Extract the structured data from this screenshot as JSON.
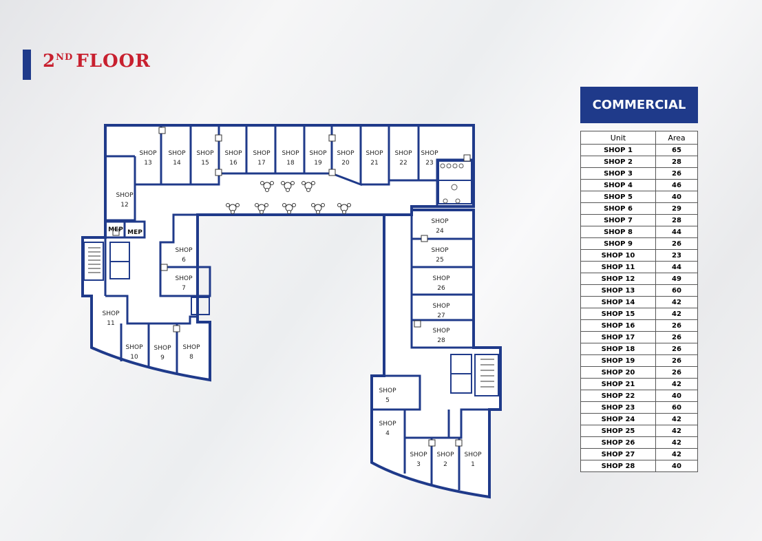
{
  "title": {
    "main": "2",
    "sup": "ND",
    "rest": "FLOOR"
  },
  "commercial": {
    "header": "COMMERCIAL",
    "columns": [
      "Unit",
      "Area"
    ],
    "rows": [
      {
        "unit": "SHOP 1",
        "area": "65"
      },
      {
        "unit": "SHOP 2",
        "area": "28"
      },
      {
        "unit": "SHOP 3",
        "area": "26"
      },
      {
        "unit": "SHOP 4",
        "area": "46"
      },
      {
        "unit": "SHOP 5",
        "area": "40"
      },
      {
        "unit": "SHOP 6",
        "area": "29"
      },
      {
        "unit": "SHOP 7",
        "area": "28"
      },
      {
        "unit": "SHOP 8",
        "area": "44"
      },
      {
        "unit": "SHOP 9",
        "area": "26"
      },
      {
        "unit": "SHOP 10",
        "area": "23"
      },
      {
        "unit": "SHOP 11",
        "area": "44"
      },
      {
        "unit": "SHOP 12",
        "area": "49"
      },
      {
        "unit": "SHOP 13",
        "area": "60"
      },
      {
        "unit": "SHOP 14",
        "area": "42"
      },
      {
        "unit": "SHOP 15",
        "area": "42"
      },
      {
        "unit": "SHOP 16",
        "area": "26"
      },
      {
        "unit": "SHOP 17",
        "area": "26"
      },
      {
        "unit": "SHOP 18",
        "area": "26"
      },
      {
        "unit": "SHOP 19",
        "area": "26"
      },
      {
        "unit": "SHOP 20",
        "area": "26"
      },
      {
        "unit": "SHOP 21",
        "area": "42"
      },
      {
        "unit": "SHOP 22",
        "area": "40"
      },
      {
        "unit": "SHOP 23",
        "area": "60"
      },
      {
        "unit": "SHOP 24",
        "area": "42"
      },
      {
        "unit": "SHOP 25",
        "area": "42"
      },
      {
        "unit": "SHOP 26",
        "area": "42"
      },
      {
        "unit": "SHOP 27",
        "area": "42"
      },
      {
        "unit": "SHOP 28",
        "area": "40"
      }
    ]
  },
  "plan": {
    "shop_word": "SHOP",
    "mep_label": "MEP",
    "shops": [
      "1",
      "2",
      "3",
      "4",
      "5",
      "6",
      "7",
      "8",
      "9",
      "10",
      "11",
      "12",
      "13",
      "14",
      "15",
      "16",
      "17",
      "18",
      "19",
      "20",
      "21",
      "22",
      "23",
      "24",
      "25",
      "26",
      "27",
      "28"
    ]
  },
  "colors": {
    "accent_blue": "#1f3a8a",
    "title_red": "#c8202f"
  }
}
